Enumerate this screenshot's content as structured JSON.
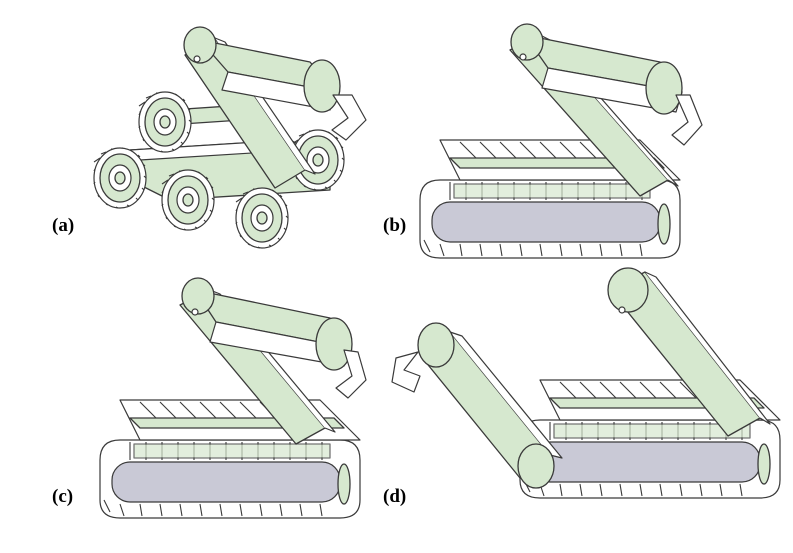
{
  "figure": {
    "panels": [
      {
        "id": "a",
        "label": "(a)",
        "config": "wheeled"
      },
      {
        "id": "b",
        "label": "(b)",
        "config": "tracked"
      },
      {
        "id": "c",
        "label": "(c)",
        "config": "tracked"
      },
      {
        "id": "d",
        "label": "(d)",
        "config": "tracked-arm-extended"
      }
    ]
  },
  "colors": {
    "body_green": "#d6e8cf",
    "dark_green": "#b9d3ad",
    "roller": "#c9c9d6",
    "outline": "#3a3a3a"
  }
}
